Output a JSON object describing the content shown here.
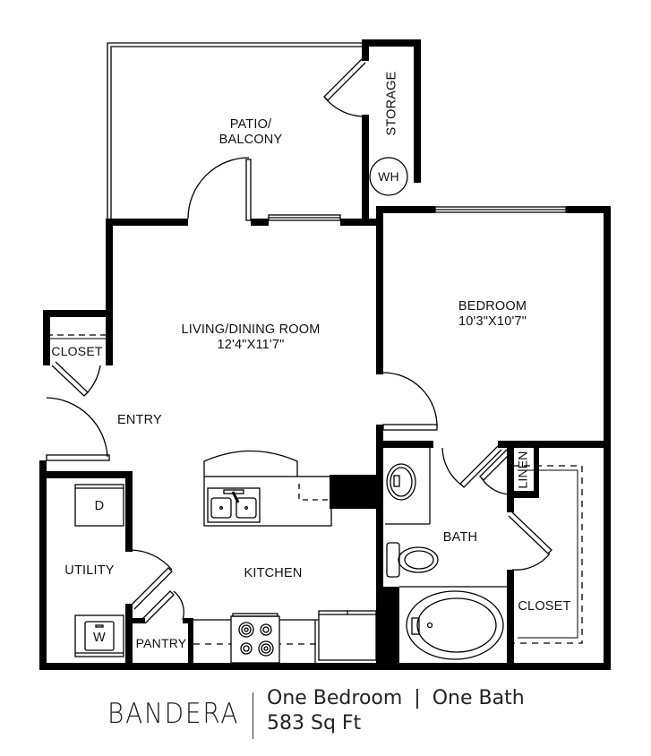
{
  "floorplan": {
    "name": "BANDERA",
    "bedrooms_label": "One Bedroom",
    "separator": "|",
    "bathrooms_label": "One Bath",
    "area": "583 Sq Ft",
    "wall_color": "#000000",
    "background_color": "#ffffff"
  },
  "rooms": {
    "patio": {
      "label_line1": "PATIO/",
      "label_line2": "BALCONY"
    },
    "storage": {
      "label": "STORAGE"
    },
    "water_heater": {
      "label": "WH"
    },
    "living": {
      "label": "LIVING/DINING ROOM",
      "dimensions": "12'4\"X11'7\""
    },
    "bedroom": {
      "label": "BEDROOM",
      "dimensions": "10'3\"X10'7\""
    },
    "entry_closet": {
      "label": "CLOSET"
    },
    "entry": {
      "label": "ENTRY"
    },
    "utility": {
      "label": "UTILITY"
    },
    "dryer": {
      "label": "D"
    },
    "washer": {
      "label": "W"
    },
    "kitchen": {
      "label": "KITCHEN"
    },
    "pantry": {
      "label": "PANTRY"
    },
    "bath": {
      "label": "BATH"
    },
    "linen": {
      "label": "LINEN"
    },
    "bedroom_closet": {
      "label": "CLOSET"
    }
  }
}
